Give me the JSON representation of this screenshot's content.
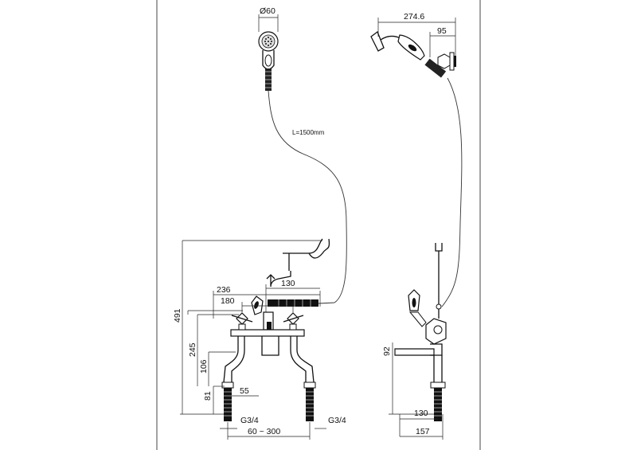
{
  "dimensions": {
    "handset_diameter": "Ø60",
    "hose_length": "L=1500mm",
    "side_total_width": "274.6",
    "side_bracket_depth": "95",
    "overall_height": "491",
    "spout_reach_total": "236",
    "spout_offset": "130",
    "handle_spread": "180",
    "height_to_handles": "245",
    "height_to_legs": "106",
    "leg_height": "81",
    "leg_offset": "55",
    "thread_left": "G3/4",
    "thread_right": "G3/4",
    "centres_range": "60 ~ 300",
    "side_spout_height": "92",
    "side_spout_depth": "130",
    "side_base_depth": "157"
  }
}
